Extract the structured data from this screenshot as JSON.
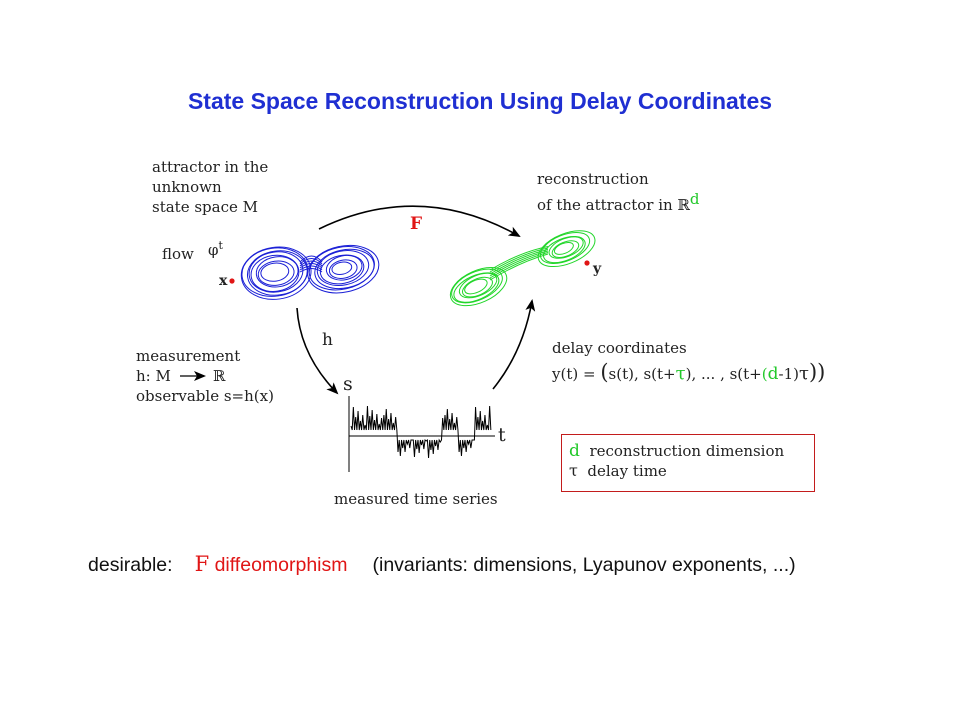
{
  "title": "State Space Reconstruction Using Delay Coordinates",
  "attractor_label": [
    "attractor in the",
    "unknown",
    "state space M"
  ],
  "flow_label": "flow",
  "flow_symbol": "φ",
  "flow_sup": "t",
  "x_label": "x",
  "F_label": "F",
  "reconstruction_label": {
    "line1": "reconstruction",
    "line2": "of the attractor in ℝ",
    "sup": "d"
  },
  "y_label": "y",
  "h_label": "h",
  "measurement": {
    "line1": "measurement",
    "line2_left": "h: M",
    "line2_right": "ℝ",
    "line3": "observable  s=h(x)"
  },
  "s_label": "s",
  "t_label": "t",
  "measured_label": "measured time series",
  "delay": {
    "title": "delay coordinates",
    "formula_start": "y(t) = ",
    "paren_open": "(",
    "part1": "s(t), s(t+",
    "tau1": "τ",
    "part2": "), ... , s(t+",
    "paren_small_open": "(",
    "d": "d",
    "minus_one": "-1)",
    "tau2": "τ",
    "close": "))"
  },
  "legend": {
    "d_symbol": "d",
    "d_text": "reconstruction dimension",
    "tau_symbol": "τ",
    "tau_text": "delay time"
  },
  "bottom": {
    "prefix": "desirable:",
    "F": "F",
    "diffeo": "diffeomorphism",
    "invariants": "(invariants: dimensions, Lyapunov exponents, ...)"
  },
  "colors": {
    "title": "#1f2fd2",
    "attractor": "#1a1fd6",
    "reconstruction": "#22d62a",
    "highlight_red": "#e01515",
    "highlight_green": "#22c82a"
  }
}
